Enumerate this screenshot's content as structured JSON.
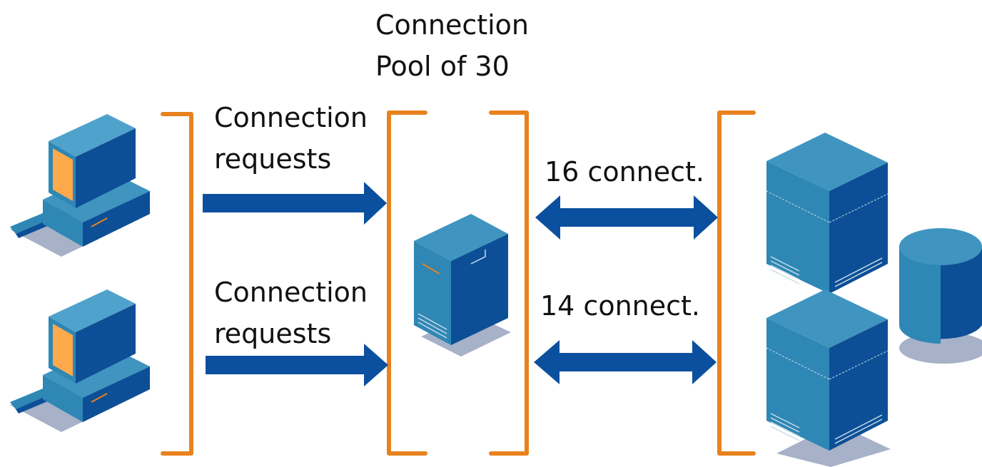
{
  "pool_title_line1": "Connection",
  "pool_title_line2": "Pool of 30",
  "client_requests": [
    {
      "line1": "Connection",
      "line2": "requests"
    },
    {
      "line1": "Connection",
      "line2": "requests"
    }
  ],
  "db_links": [
    {
      "label": "16 connect."
    },
    {
      "label": "14 connect."
    }
  ],
  "colors": {
    "bracket": "#e8821e",
    "arrow": "#0a509e",
    "server_front": "#0d4f96",
    "server_side": "#2e87b4",
    "server_top": "#3f95c0",
    "monitor_screen": "#ffa94d",
    "shadow": "#a7b1c7"
  },
  "icons": {
    "clients": "desktop-computer-icon",
    "pool": "server-icon",
    "db_servers": "server-icon",
    "storage": "database-cylinder-icon"
  }
}
